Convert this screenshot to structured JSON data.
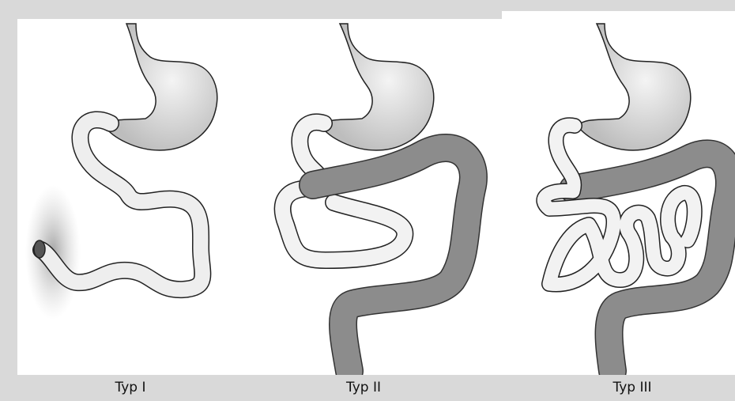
{
  "captions": {
    "typ1": "Typ I",
    "typ2": "Typ II",
    "typ3": "Typ III"
  },
  "colors": {
    "background": "#d9d9d9",
    "panel": "#ffffff",
    "stomach_fill": "#e8e8e8",
    "small_intestine_fill": "#f2f2f2",
    "colon_fill": "#8c8c8c",
    "outline": "#222222"
  }
}
